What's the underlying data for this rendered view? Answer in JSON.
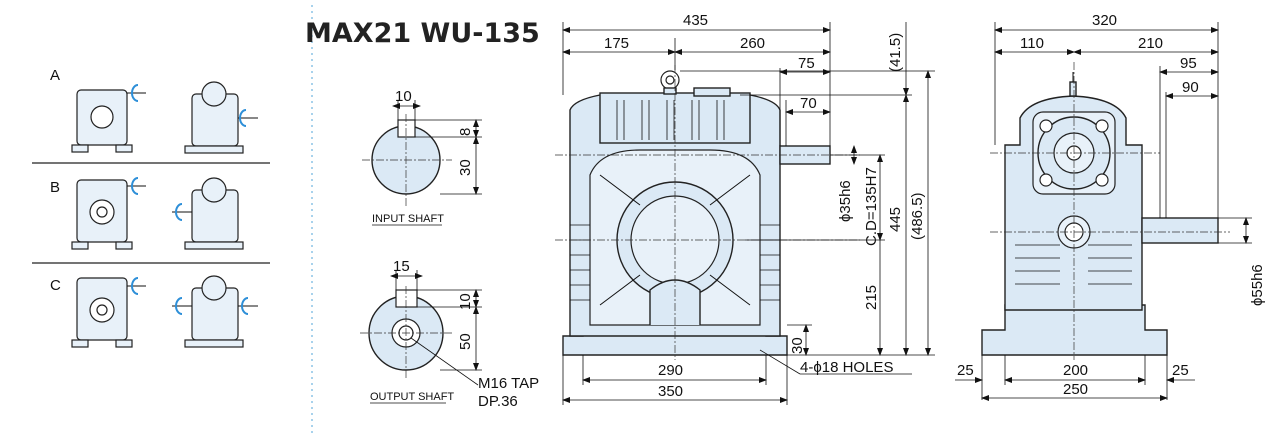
{
  "title": "MAX21 WU-135",
  "mounting": {
    "rows": [
      {
        "label": "A"
      },
      {
        "label": "B"
      },
      {
        "label": "C"
      }
    ],
    "arrow_color": "#2e8fd8"
  },
  "input_shaft": {
    "caption": "INPUT SHAFT",
    "key_width": "10",
    "key_height": "8",
    "center_height": "30"
  },
  "output_shaft": {
    "caption": "OUTPUT SHAFT",
    "key_width": "15",
    "key_height": "10",
    "center_height": "50",
    "tap": "M16 TAP",
    "depth": "DP.36"
  },
  "front_view": {
    "overall_width": "435",
    "left_width": "175",
    "right_width": "260",
    "shaft_len_75": "75",
    "shaft_len_70": "70",
    "top_offset": "(41.5)",
    "input_dia": "ϕ35h6",
    "center_distance": "C.D=135H7",
    "height_445": "445",
    "height_total": "(486.5)",
    "base_to_center": "215",
    "base_thickness": "30",
    "bolt_span": "290",
    "base_width": "350",
    "holes": "4-ϕ18 HOLES"
  },
  "side_view": {
    "overall_width": "320",
    "left_width": "110",
    "right_width": "210",
    "shaft_95": "95",
    "shaft_90": "90",
    "output_dia": "ϕ55h6",
    "margin_left": "25",
    "bolt_span": "200",
    "margin_right": "25",
    "base_width": "250"
  },
  "colors": {
    "body": "#dbe9f5",
    "accent": "#2e8fd8"
  }
}
